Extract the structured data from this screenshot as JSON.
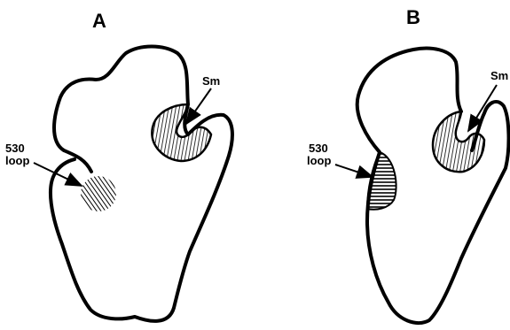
{
  "panels": [
    {
      "letter": "A",
      "labels": {
        "sm": "Sm",
        "loop_line1": "530",
        "loop_line2": "loop"
      }
    },
    {
      "letter": "B",
      "labels": {
        "sm": "Sm",
        "loop_line1": "530",
        "loop_line2": "loop"
      }
    }
  ],
  "colors": {
    "ink": "#000000",
    "background": "#ffffff"
  }
}
